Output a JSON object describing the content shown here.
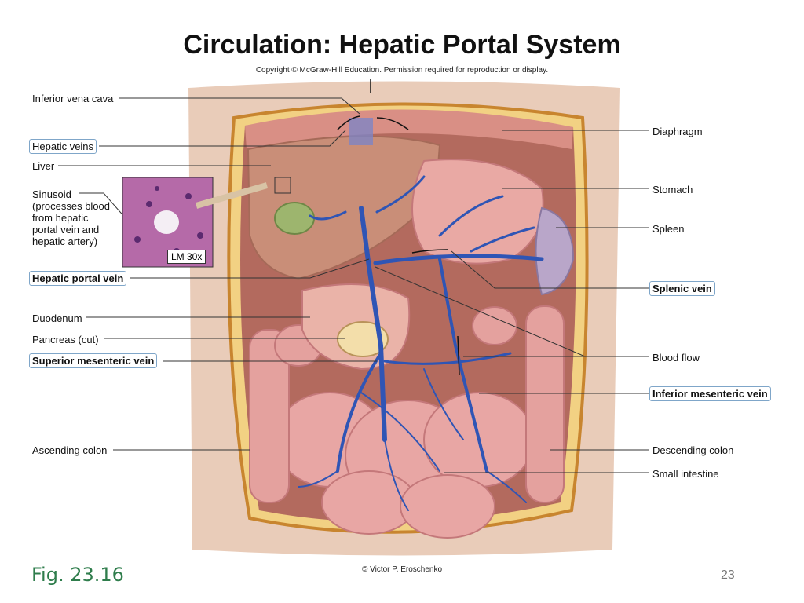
{
  "title": "Circulation: Hepatic Portal System",
  "copyright": "Copyright © McGraw-Hill Education. Permission required for reproduction or display.",
  "figure_label": "Fig. 23.16",
  "slide_number": "23",
  "credit": "© Victor P. Eroschenko",
  "micrograph_scale": "LM 30x",
  "labels_left": {
    "inferior_vena_cava": "Inferior vena cava",
    "hepatic_veins": "Hepatic veins",
    "liver": "Liver",
    "sinusoid": "Sinusoid (processes blood from hepatic portal vein and hepatic artery)",
    "hepatic_portal_vein": "Hepatic portal vein",
    "duodenum": "Duodenum",
    "pancreas": "Pancreas (cut)",
    "superior_mesenteric_vein": "Superior mesenteric vein",
    "ascending_colon": "Ascending colon"
  },
  "labels_right": {
    "diaphragm": "Diaphragm",
    "stomach": "Stomach",
    "spleen": "Spleen",
    "splenic_vein": "Splenic vein",
    "blood_flow": "Blood flow",
    "inferior_mesenteric_vein": "Inferior mesenteric vein",
    "descending_colon": "Descending colon",
    "small_intestine": "Small intestine"
  },
  "colors": {
    "vein_blue": "#2f55b5",
    "liver": "#c98e78",
    "stomach": "#e9a9a4",
    "intestine": "#e8a6a4",
    "gallbladder": "#9db56e",
    "torso_skin": "#e7c8b4",
    "fat_layer": "#f3d27a",
    "figure_green": "#2f7d4c",
    "callout_border": "#7fa6c9"
  }
}
